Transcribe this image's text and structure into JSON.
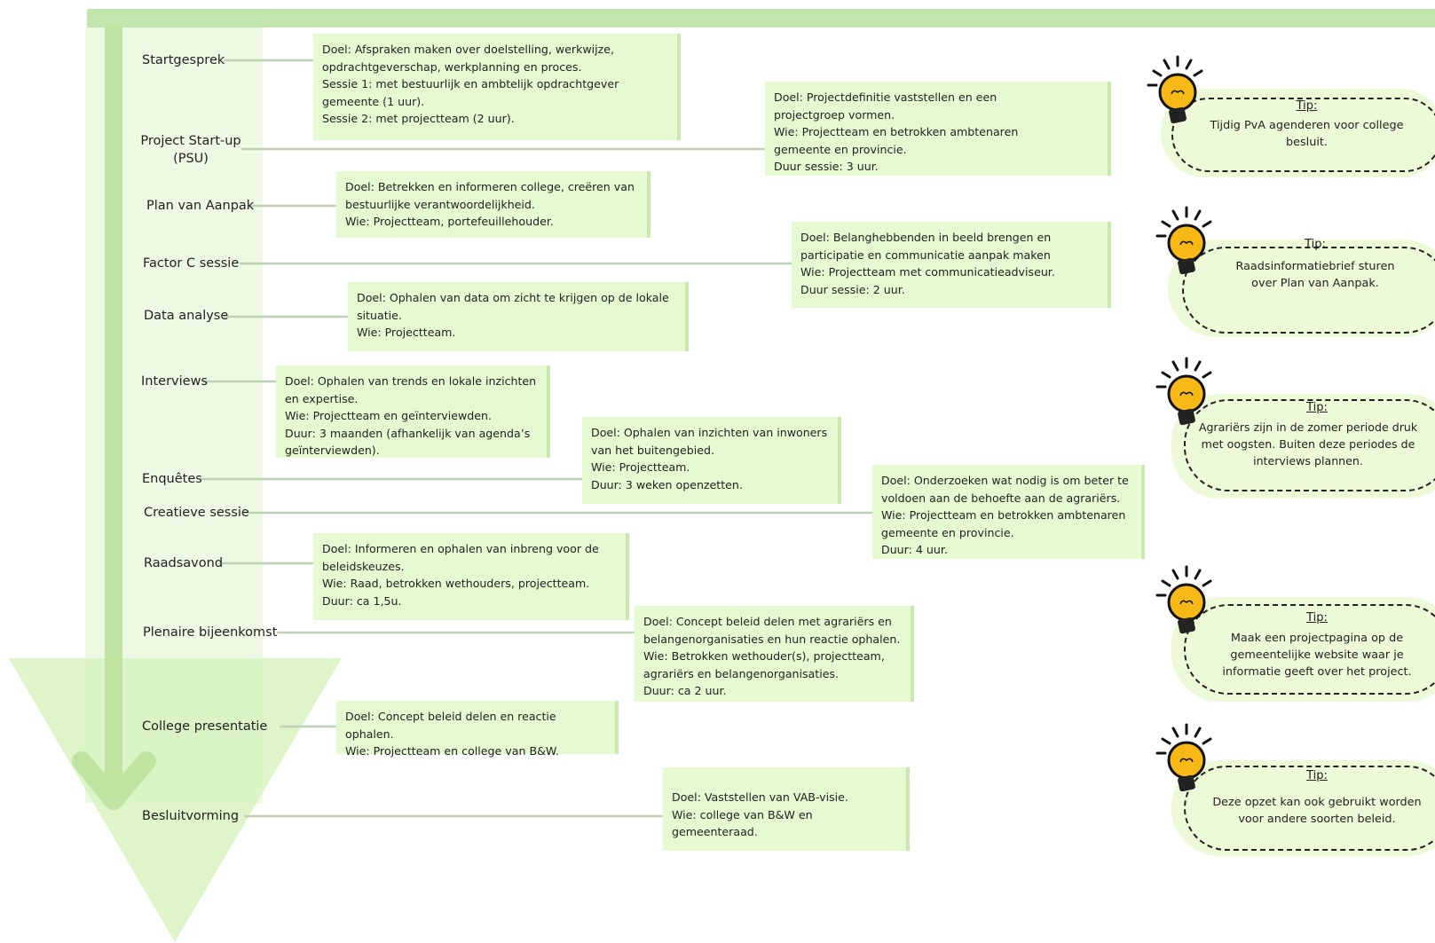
{
  "steps": [
    {
      "id": "startgesprek",
      "label": "Startgesprek"
    },
    {
      "id": "psu",
      "label": "Project Start-up (PSU)"
    },
    {
      "id": "pva",
      "label": "Plan van Aanpak"
    },
    {
      "id": "factorc",
      "label": "Factor C sessie"
    },
    {
      "id": "data",
      "label": "Data analyse"
    },
    {
      "id": "interviews",
      "label": "Interviews"
    },
    {
      "id": "enquetes",
      "label": "Enquêtes"
    },
    {
      "id": "creatief",
      "label": "Creatieve sessie"
    },
    {
      "id": "raadsavond",
      "label": "Raadsavond"
    },
    {
      "id": "plenair",
      "label": "Plenaire bijeenkomst"
    },
    {
      "id": "college",
      "label": "College presentatie"
    },
    {
      "id": "besluit",
      "label": "Besluitvorming"
    }
  ],
  "psu_lines": [
    "Project Start-up",
    "(PSU)"
  ],
  "boxes": [
    {
      "id": "startgesprek",
      "lines": [
        "Doel: Afspraken maken over doelstelling, werkwijze,",
        "opdrachtgeverschap, werkplanning en proces.",
        "Sessie 1: met bestuurlijk en ambtelijk opdrachtgever",
        "gemeente (1 uur).",
        "Sessie 2: met projectteam (2 uur)."
      ]
    },
    {
      "id": "psu",
      "lines": [
        "Doel: Projectdefinitie vaststellen en een",
        "projectgroep vormen.",
        "Wie: Projectteam en betrokken ambtenaren",
        "gemeente en provincie.",
        "Duur sessie: 3 uur."
      ]
    },
    {
      "id": "pva",
      "lines": [
        "Doel: Betrekken en informeren college, creëren van",
        "bestuurlijke verantwoordelijkheid.",
        "Wie: Projectteam, portefeuillehouder."
      ]
    },
    {
      "id": "factorc",
      "lines": [
        "Doel: Belanghebbenden in beeld brengen en",
        "participatie en communicatie aanpak maken",
        "Wie: Projectteam met communicatieadviseur.",
        "Duur sessie: 2 uur."
      ]
    },
    {
      "id": "data",
      "lines": [
        "Doel: Ophalen van data om zicht te krijgen op de lokale",
        "situatie.",
        "Wie: Projectteam."
      ]
    },
    {
      "id": "interviews",
      "lines": [
        "Doel: Ophalen van trends en  lokale inzichten",
        "en expertise.",
        "Wie: Projectteam en geïnterviewden.",
        "Duur: 3 maanden (afhankelijk van agenda’s",
        "geïnterviewden)."
      ]
    },
    {
      "id": "enquetes",
      "lines": [
        "Doel: Ophalen van inzichten van inwoners",
        "van het buitengebied.",
        "Wie: Projectteam.",
        "Duur: 3 weken openzetten."
      ]
    },
    {
      "id": "creatief",
      "lines": [
        "Doel: Onderzoeken wat nodig is om beter te",
        "voldoen aan de behoefte aan de agrariërs.",
        "Wie: Projectteam en betrokken ambtenaren",
        "gemeente en provincie.",
        "Duur: 4 uur."
      ]
    },
    {
      "id": "raadsavond",
      "lines": [
        "Doel: Informeren en ophalen van inbreng voor de",
        "beleidskeuzes.",
        "Wie: Raad, betrokken wethouders, projectteam.",
        "Duur: ca 1,5u."
      ]
    },
    {
      "id": "plenair",
      "lines": [
        "Doel: Concept beleid delen met agrariërs en",
        "belangenorganisaties en hun reactie ophalen.",
        "Wie: Betrokken wethouder(s), projectteam,",
        "agrariërs en belangenorganisaties.",
        "Duur: ca 2 uur."
      ]
    },
    {
      "id": "college",
      "lines": [
        "Doel: Concept beleid delen en reactie ophalen.",
        "Wie: Projectteam en college van B&W."
      ]
    },
    {
      "id": "besluit",
      "lines": [
        "Doel: Vaststellen van VAB-visie.",
        "Wie: college van B&W en gemeenteraad."
      ]
    }
  ],
  "tips": [
    {
      "title": "Tip:",
      "lines": [
        "Tijdig PvA agenderen voor college",
        "besluit."
      ]
    },
    {
      "title": "Tip:",
      "lines": [
        "Raadsinformatiebrief sturen",
        "over Plan van Aanpak."
      ]
    },
    {
      "title": "Tip:",
      "lines": [
        "Agrariërs zijn in de zomer periode druk",
        "met oogsten. Buiten deze periodes de",
        "interviews plannen."
      ]
    },
    {
      "title": "Tip:",
      "lines": [
        "Maak een projectpagina op de",
        "gemeentelijke website waar je",
        "informatie geeft over het project."
      ]
    },
    {
      "title": "Tip:",
      "lines": [
        "Deze opzet kan ook gebruikt worden",
        "voor andere soorten beleid."
      ]
    }
  ],
  "colors": {
    "band": "#c3e6ac",
    "column": "#edf9e2",
    "arrow": "#d7f3bf",
    "box": "#e6fad2",
    "connector": "#bfd0b8",
    "bulb": "#f6b915"
  },
  "icons": [
    "lightbulb-icon",
    "down-arrow-icon"
  ]
}
